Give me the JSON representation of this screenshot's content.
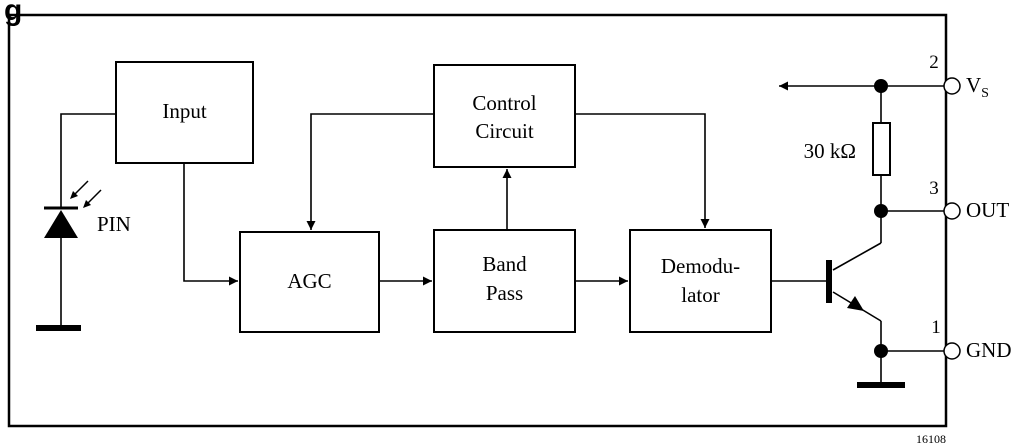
{
  "heading_fragment": "g",
  "blocks": {
    "input": [
      "Input"
    ],
    "control": [
      "Control",
      "Circuit"
    ],
    "agc": [
      "AGC"
    ],
    "bandpass": [
      "Band",
      "Pass"
    ],
    "demod": [
      "Demodu-",
      "lator"
    ]
  },
  "diode_label": "PIN",
  "resistor_label": "30 kΩ",
  "pins": [
    {
      "number": "2",
      "name_main": "V",
      "name_sub": "S"
    },
    {
      "number": "3",
      "name_main": "OUT",
      "name_sub": ""
    },
    {
      "number": "1",
      "name_main": "GND",
      "name_sub": ""
    }
  ],
  "figure_ref": "16108"
}
